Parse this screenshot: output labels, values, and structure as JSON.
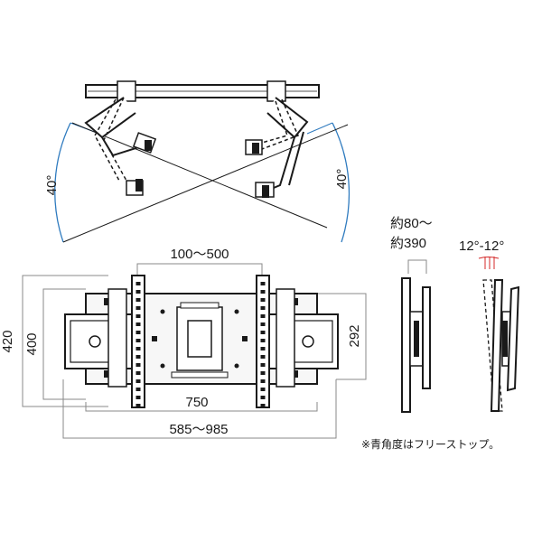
{
  "top_view": {
    "angle_left": "40°",
    "angle_right": "40°"
  },
  "front_view": {
    "dim_rail_spacing": "100～500",
    "dim_outer_height": "420",
    "dim_inner_height": "400",
    "dim_bracket_height": "292",
    "dim_width": "750",
    "dim_arm_span": "585～985"
  },
  "side_view": {
    "depth_line1": "約80～",
    "depth_line2": "約390"
  },
  "tilt_view": {
    "tilt_range": "12°-12°"
  },
  "footnote": "※青角度はフリーストップ。",
  "colors": {
    "line": "#1a1a1a",
    "dimension_gray": "#8a8a8a",
    "angle_blue": "#2f7bbf",
    "tilt_red": "#d42a2a",
    "metal_fill": "#f2f2f2"
  }
}
